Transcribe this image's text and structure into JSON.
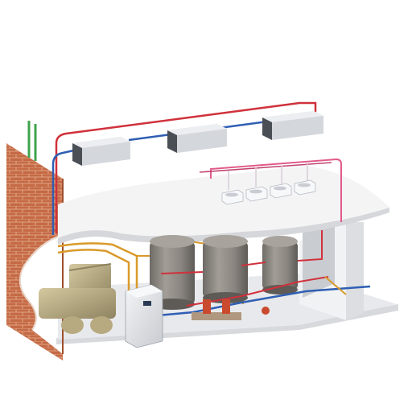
{
  "diagram": {
    "kind": "3D cutaway of a building mechanical room (heat pump / hot water plant)",
    "components": {
      "ceiling_units": [
        "air-handler-unit",
        "air-handler-unit",
        "air-handler-unit"
      ],
      "wash_basins": [
        "wash-basin",
        "wash-basin",
        "wash-basin",
        "wash-basin"
      ],
      "storage_tanks": [
        "storage-tank",
        "storage-tank",
        "storage-tank"
      ],
      "machines": [
        "chiller-unit",
        "control-cabinet",
        "pump-manifold"
      ]
    },
    "colors": {
      "hot_pipe": "#d0313b",
      "cold_pipe": "#2f5fb3",
      "condenser_pipe": "#d99a2b",
      "vent_pipe": "#3fa34d",
      "pink_pipe": "#e05a8a",
      "brick": "#c56a45",
      "tank": "#8a8580",
      "chiller": "#b7aa80",
      "slab": "#f4f4f5"
    }
  }
}
